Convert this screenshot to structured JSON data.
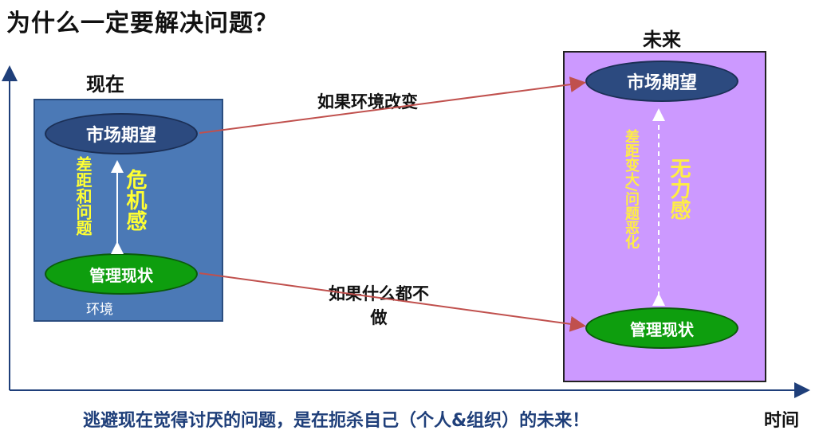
{
  "title": "为什么一定要解决问题？",
  "now": {
    "label": "现在",
    "market": "市场期望",
    "gap": "差距和问题",
    "crisis": "危机感",
    "management": "管理现状",
    "environment": "环境"
  },
  "future": {
    "label": "未来",
    "market": "市场期望",
    "gap": "差距变大/问题恶化",
    "powerless": "无力感",
    "management": "管理现状"
  },
  "annotations": {
    "env_change": "如果环境改变",
    "do_nothing_line1": "如果什么都不",
    "do_nothing_line2": "做"
  },
  "bottom_message": "逃避现在觉得讨厌的问题，是在扼杀自己（个人&组织）的未来！",
  "time_axis_label": "时间",
  "colors": {
    "now_box": "#4b79b6",
    "future_box": "#cc99ff",
    "market_ellipse": "#2c4a7f",
    "management_ellipse": "#0e9e0e",
    "highlight_text": "#ffff33",
    "arrow": "#c0504d",
    "axis": "#1f3f7a",
    "bottom_text": "#1f3f7a"
  }
}
